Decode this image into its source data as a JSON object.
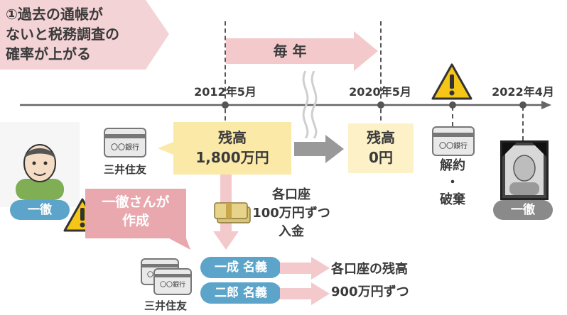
{
  "note": {
    "line1": "①過去の通帳が",
    "line2": "ないと税務調査の",
    "line3": "確率が上がる"
  },
  "every_year": "毎 年",
  "dates": {
    "d1": "2012年5月",
    "d2": "2020年5月",
    "d3": "2022年4月"
  },
  "balance1": {
    "line1": "残高",
    "line2": "1,800万円"
  },
  "balance2": {
    "line1": "残高",
    "line2": "0円"
  },
  "bank_card_text": "〇〇銀行",
  "bank_name_top": "三井住友",
  "bank_name_bottom": "三井住友",
  "cancel": {
    "line1": "解約",
    "dot": "・",
    "line2": "破棄"
  },
  "person_left": "一徹",
  "person_right": "一徹",
  "created": {
    "line1": "一徹さんが",
    "line2": "作成"
  },
  "deposit": {
    "line1": "各口座",
    "line2": "100万円ずつ",
    "line3": "入金"
  },
  "accounts": [
    {
      "label": "一成 名義"
    },
    {
      "label": "二郎 名義"
    }
  ],
  "result": {
    "line1": "各口座の残高",
    "line2": "900万円ずつ"
  },
  "colors": {
    "pink": "#f3c9cc",
    "yellow": "#fbe9a8",
    "blue": "#5ca4c9",
    "warning": "#f5c518"
  }
}
